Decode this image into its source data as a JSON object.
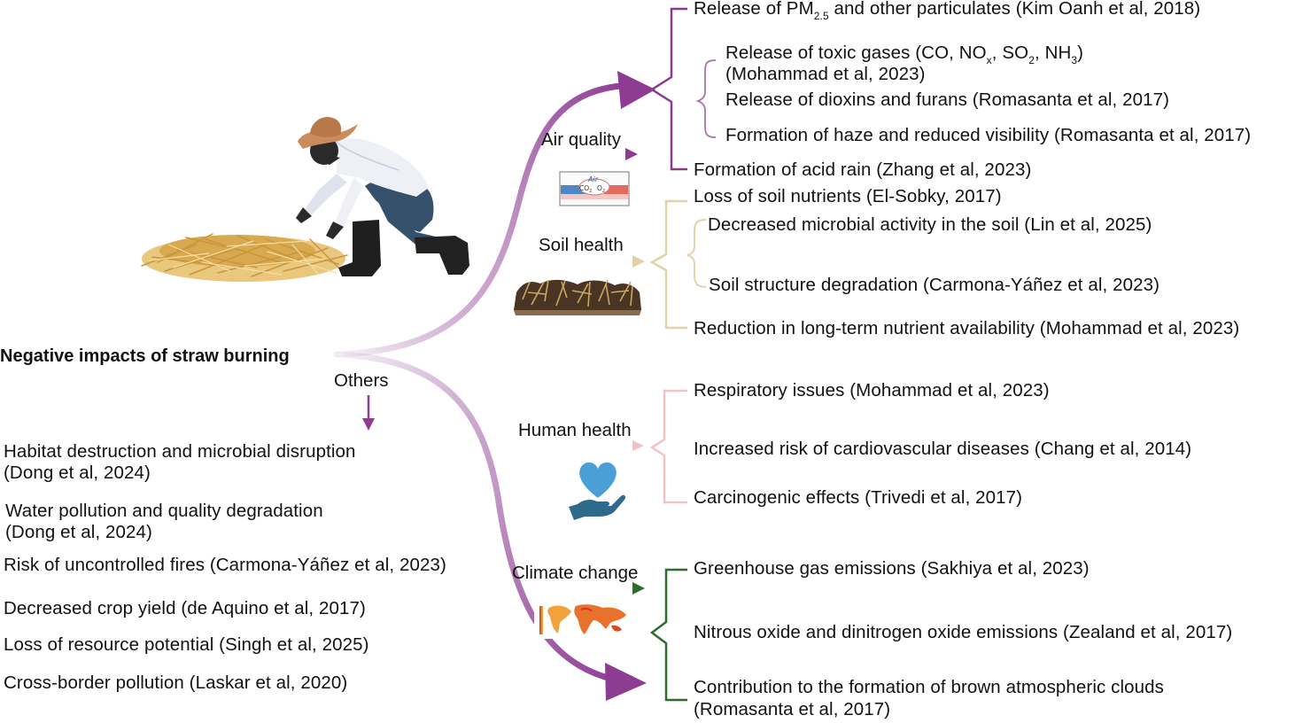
{
  "title": "Negative impacts of straw burning",
  "others_label": "Others",
  "colors": {
    "air": "#8a3a8e",
    "soil": "#e3d2a8",
    "health": "#f0c4c4",
    "climate": "#2c6d2c",
    "arrow": "#8d3b93"
  },
  "categories": {
    "air": {
      "label": "Air quality",
      "icon": "air-co2-o2-icon",
      "icon_text": {
        "word": "Air",
        "co2": "CO",
        "co2_sub": "2",
        "o2": "O",
        "o2_sub": "2"
      },
      "items": {
        "pm_a": "Release of PM",
        "pm_sub": "2.5",
        "pm_b": " and other particulates (Kim Oanh et al, 2018)",
        "toxic_a": "Release of toxic gases (CO, NO",
        "toxic_x": "x",
        "toxic_b": ", SO",
        "toxic_2": "2",
        "toxic_c": ", NH",
        "toxic_3": "3",
        "toxic_d": ")",
        "toxic_ref": "(Mohammad et al, 2023)",
        "dioxins": "Release of dioxins and furans (Romasanta et al, 2017)",
        "haze": "Formation of haze and reduced visibility (Romasanta et al, 2017)",
        "acid_rain": "Formation of acid rain (Zhang et al, 2023)"
      }
    },
    "soil": {
      "label": "Soil health",
      "icon": "burnt-soil-icon",
      "items": [
        "Loss of soil nutrients (El-Sobky, 2017)",
        "Decreased microbial activity in the soil (Lin et al, 2025)",
        "Soil structure degradation (Carmona-Yáñez et al, 2023)",
        "Reduction in long-term nutrient availability (Mohammad et al, 2023)"
      ]
    },
    "health": {
      "label": "Human health",
      "icon": "heart-in-hand-icon",
      "items": [
        "Respiratory issues (Mohammad et al, 2023)",
        "Increased risk of cardiovascular diseases (Chang et al, 2014)",
        "Carcinogenic effects (Trivedi et al, 2017)"
      ]
    },
    "climate": {
      "label": "Climate change",
      "icon": "world-temperature-map-icon",
      "items": [
        "Greenhouse gas emissions (Sakhiya et al, 2023)",
        "Nitrous oxide and dinitrogen oxide emissions (Zealand et al, 2017)",
        "Contribution to the formation of brown atmospheric clouds",
        "(Romasanta et al, 2017)"
      ]
    }
  },
  "others": [
    "Habitat destruction and microbial disruption",
    "(Dong et al, 2024)",
    "Water pollution and quality degradation",
    "(Dong et al, 2024)",
    "Risk of uncontrolled fires (Carmona-Yáñez et al, 2023)",
    "Decreased crop yield (de Aquino et al, 2017)",
    "Loss of resource potential (Singh et al, 2025)",
    "Cross-border pollution (Laskar et al, 2020)"
  ]
}
